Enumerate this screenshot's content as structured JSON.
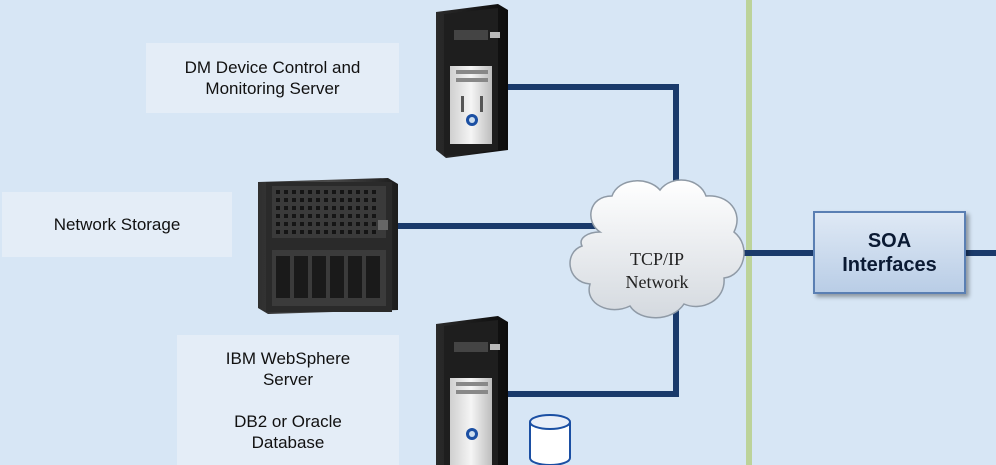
{
  "labels": {
    "dm_server": [
      "DM Device Control and",
      "Monitoring Server"
    ],
    "network_storage": "Network Storage",
    "websphere": [
      "IBM WebSphere",
      "Server"
    ],
    "database": [
      "DB2 or Oracle",
      "Database"
    ]
  },
  "network": {
    "cloud_line1": "TCP/IP",
    "cloud_line2": "Network"
  },
  "soa": {
    "line1": "SOA",
    "line2": "Interfaces"
  },
  "colors": {
    "background": "#d7e6f5",
    "label_box": "#e4edf7",
    "connector": "#1a3a6b",
    "divider": "#bcd39a",
    "soa_border": "#5a7fb3"
  },
  "icons": {
    "server_top": "tower-server-icon",
    "storage": "rack-storage-icon",
    "server_bottom": "tower-server-icon",
    "database": "database-cylinder-icon",
    "cloud": "cloud-icon"
  }
}
